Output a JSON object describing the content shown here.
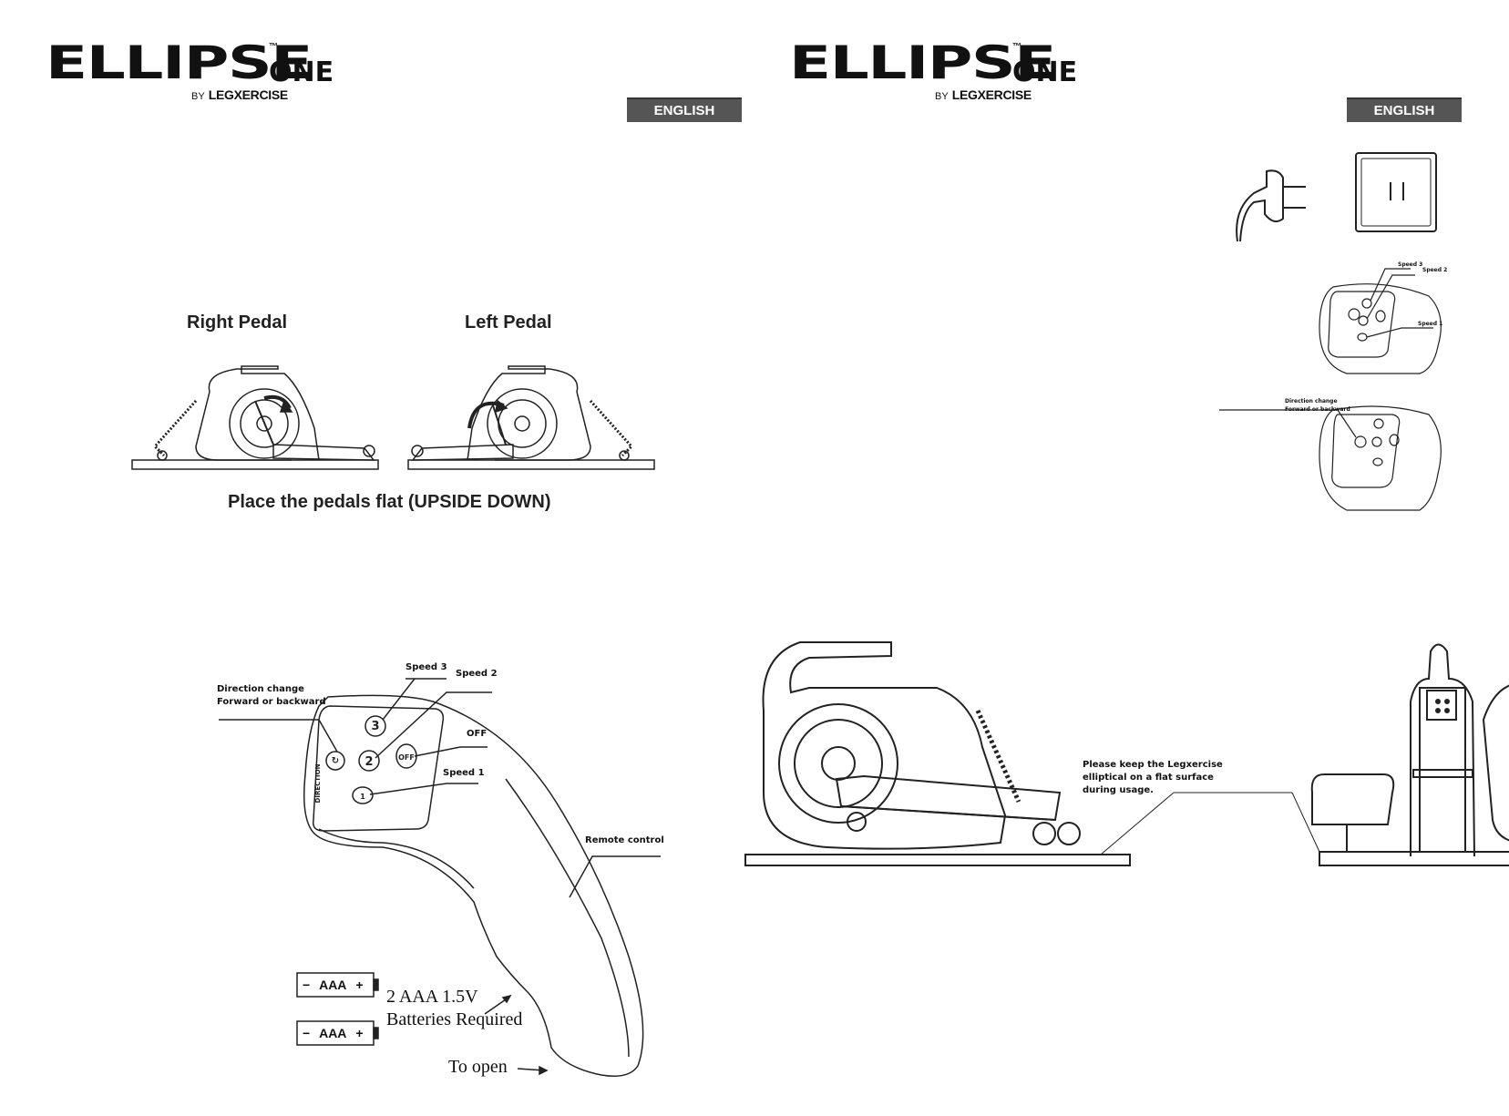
{
  "brand": {
    "name": "ELLIPSE",
    "suffix": "ONE",
    "trademark": "™",
    "by": "BY",
    "maker": "LEGXERCISE"
  },
  "language_badge": "ENGLISH",
  "left_page": {
    "pedals": {
      "right_label": "Right Pedal",
      "left_label": "Left Pedal",
      "caption": "Place the pedals flat (UPSIDE DOWN)"
    },
    "remote": {
      "direction_label_line1": "Direction change",
      "direction_label_line2": "Forward or backward",
      "speed3": "Speed 3",
      "speed2": "Speed 2",
      "off": "OFF",
      "speed1": "Speed 1",
      "remote_control": "Remote control",
      "button_off": "OFF",
      "button_direction": "DIRECTION",
      "battery_label": "AAA",
      "battery_minus": "−",
      "battery_plus": "+",
      "batteries_line1": "2 AAA 1.5V",
      "batteries_line2": "Batteries Required",
      "to_open": "To open"
    }
  },
  "right_page": {
    "remote_small_1": {
      "speed3": "Speed 3",
      "speed2": "Speed 2",
      "speed1": "Speed 1"
    },
    "remote_small_2": {
      "direction_line1": "Direction change",
      "direction_line2": "Forward or backward"
    },
    "surface_note": {
      "line1": "Please keep the Legxercise",
      "line2": "elliptical on a flat surface",
      "line3": "during usage."
    }
  }
}
